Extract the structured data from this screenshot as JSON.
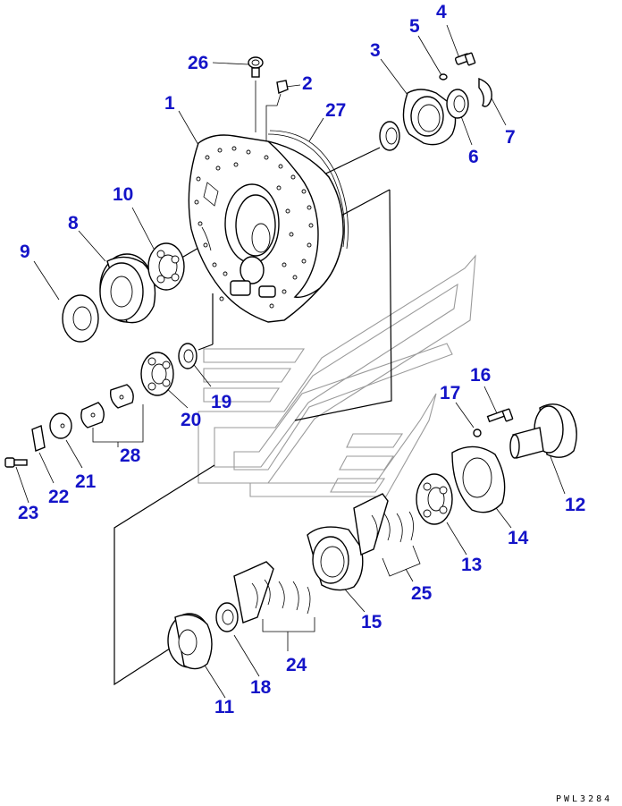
{
  "colors": {
    "callout": "#1414c8",
    "line": "#000000",
    "watermark": "#9a9a9a"
  },
  "callouts": [
    "1",
    "2",
    "3",
    "4",
    "5",
    "6",
    "7",
    "8",
    "9",
    "10",
    "11",
    "12",
    "13",
    "14",
    "15",
    "16",
    "17",
    "18",
    "19",
    "20",
    "21",
    "22",
    "23",
    "24",
    "25",
    "26",
    "27",
    "28"
  ],
  "drawing_code": "PWL3284"
}
